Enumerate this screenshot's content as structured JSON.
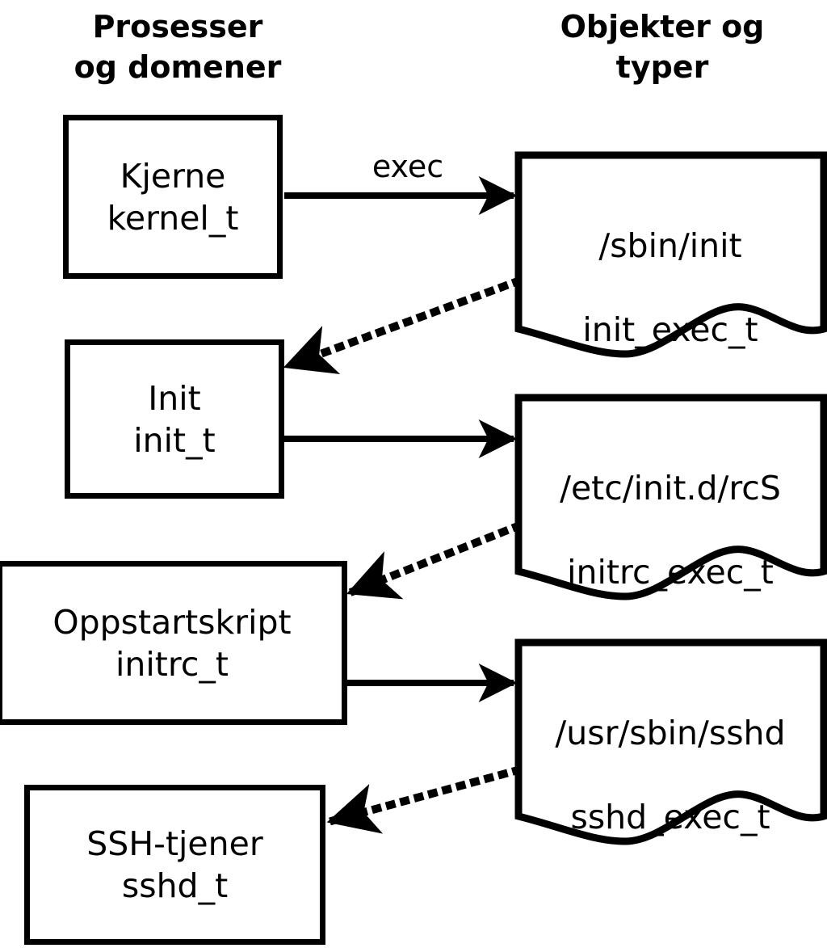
{
  "diagram": {
    "title": "SELinux domeneoverganger",
    "background": "#ffffff",
    "stroke": "#000000"
  },
  "headers": {
    "left": "Prosesser\nog domener",
    "right": "Objekter og\ntyper"
  },
  "processes": [
    {
      "id": "kernel",
      "name": "Kjerne",
      "type": "kernel_t"
    },
    {
      "id": "init",
      "name": "Init",
      "type": "init_t"
    },
    {
      "id": "initrc",
      "name": "Oppstartskript",
      "type": "initrc_t"
    },
    {
      "id": "sshd",
      "name": "SSH-tjener",
      "type": "sshd_t"
    }
  ],
  "objects": [
    {
      "id": "init_exec",
      "path": "/sbin/init",
      "type": "init_exec_t"
    },
    {
      "id": "initrc_exec",
      "path": "/etc/init.d/rcS",
      "type": "initrc_exec_t"
    },
    {
      "id": "sshd_exec",
      "path": "/usr/sbin/sshd",
      "type": "sshd_exec_t"
    }
  ],
  "edges": [
    {
      "id": "exec1",
      "style": "solid",
      "from": "kernel",
      "to": "init_exec",
      "label": "exec"
    },
    {
      "id": "trans1",
      "style": "dotted",
      "from": "init_exec",
      "to": "init",
      "label": ""
    },
    {
      "id": "exec2",
      "style": "solid",
      "from": "init",
      "to": "initrc_exec",
      "label": ""
    },
    {
      "id": "trans2",
      "style": "dotted",
      "from": "initrc_exec",
      "to": "initrc",
      "label": ""
    },
    {
      "id": "exec3",
      "style": "solid",
      "from": "initrc",
      "to": "sshd_exec",
      "label": ""
    },
    {
      "id": "trans3",
      "style": "dotted",
      "from": "sshd_exec",
      "to": "sshd",
      "label": ""
    }
  ]
}
